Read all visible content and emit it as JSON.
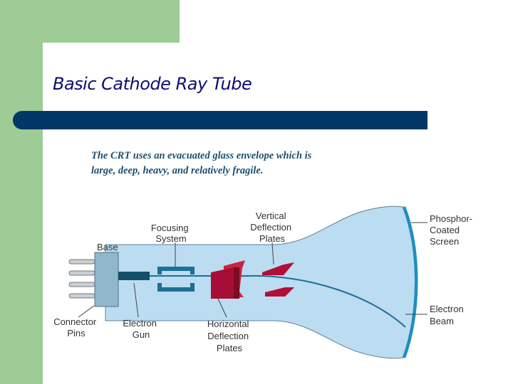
{
  "slide": {
    "title": "Basic Cathode Ray Tube",
    "description": [
      "The CRT uses an evacuated glass envelope which is",
      "large, deep, heavy, and relatively fragile."
    ]
  },
  "diagram": {
    "labels": {
      "base": [
        "Base"
      ],
      "focusing_system": [
        "Focusing",
        "System"
      ],
      "vertical_deflection_plates": [
        "Vertical",
        "Deflection",
        "Plates"
      ],
      "phosphor_coated_screen": [
        "Phosphor-",
        "Coated",
        "Screen"
      ],
      "connector_pins": [
        "Connector",
        "Pins"
      ],
      "electron_gun": [
        "Electron",
        "Gun"
      ],
      "horizontal_deflection_plates": [
        "Horizontal",
        "Deflection",
        "Plates"
      ],
      "electron_beam": [
        "Electron",
        "Beam"
      ]
    }
  },
  "colors": {
    "green": "#9fcb96",
    "navy_bar": "#003766",
    "title": "#0d0d6e",
    "tube_fill": "#bcdcf2",
    "screen": "#1e8fc0",
    "plates": "#b01038"
  }
}
